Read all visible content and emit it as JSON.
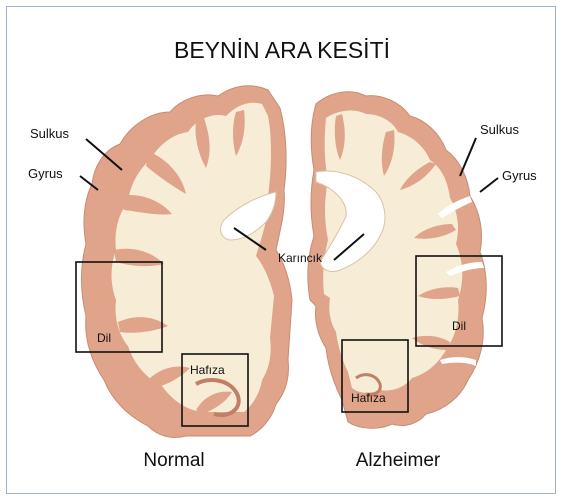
{
  "title": "BEYNİN ARA KESİTİ",
  "labels": {
    "sulkus_left": "Sulkus",
    "gyrus_left": "Gyrus",
    "sulkus_right": "Sulkus",
    "gyrus_right": "Gyrus",
    "ventricle": "Karıncık",
    "language_left": "Dil",
    "memory_left": "Hafıza",
    "language_right": "Dil",
    "memory_right": "Hafıza"
  },
  "captions": {
    "normal": "Normal",
    "alzheimer": "Alzheimer"
  },
  "colors": {
    "cortex": "#e0a48a",
    "white_matter": "#f7ecd6",
    "frame_border": "#9fb4c8"
  }
}
